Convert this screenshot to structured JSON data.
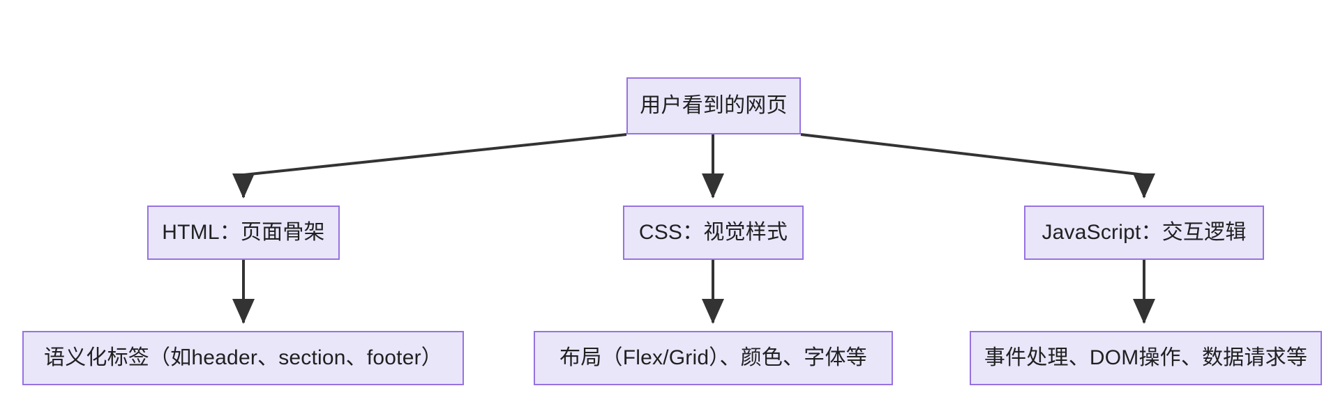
{
  "diagram": {
    "type": "flowchart",
    "direction": "top-down",
    "theme": {
      "node_fill": "#e9e6fa",
      "node_border": "#9672e0",
      "edge_color": "#333333",
      "text_color": "#1f2020",
      "background": "#ffffff"
    },
    "nodes": [
      {
        "id": "root",
        "label": "用户看到的网页",
        "level": 1
      },
      {
        "id": "html",
        "label": "HTML：页面骨架",
        "level": 2
      },
      {
        "id": "css",
        "label": "CSS：视觉样式",
        "level": 2
      },
      {
        "id": "js",
        "label": "JavaScript：交互逻辑",
        "level": 2
      },
      {
        "id": "html_detail",
        "label": "语义化标签（如header、section、footer）",
        "level": 3
      },
      {
        "id": "css_detail",
        "label": "布局（Flex/Grid）、颜色、字体等",
        "level": 3
      },
      {
        "id": "js_detail",
        "label": "事件处理、DOM操作、数据请求等",
        "level": 3
      }
    ],
    "edges": [
      {
        "from": "root",
        "to": "html",
        "label": ""
      },
      {
        "from": "root",
        "to": "css",
        "label": ""
      },
      {
        "from": "root",
        "to": "js",
        "label": ""
      },
      {
        "from": "html",
        "to": "html_detail",
        "label": ""
      },
      {
        "from": "css",
        "to": "css_detail",
        "label": ""
      },
      {
        "from": "js",
        "to": "js_detail",
        "label": ""
      }
    ]
  }
}
